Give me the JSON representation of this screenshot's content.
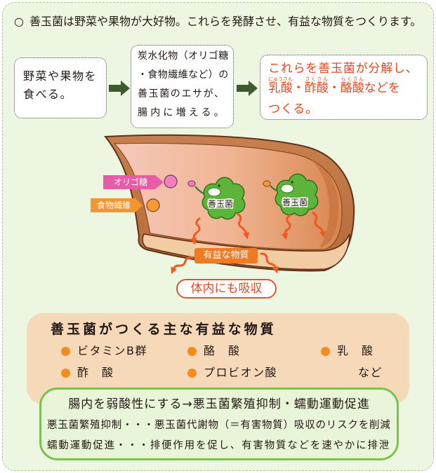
{
  "intro": {
    "bullet": "○",
    "text": "善玉菌は野菜や果物が大好物。これらを発酵させ、有益な物質をつくります。"
  },
  "flow": {
    "step1": {
      "lines": [
        "野菜や果物を",
        "食べる。"
      ]
    },
    "step2": {
      "lines": [
        "炭水化物（オリゴ糖",
        "・食物繊維など）の",
        "善玉菌のエサが、",
        "腸内に増える。"
      ]
    },
    "step3": {
      "line1": "これらを善玉菌が分解し、",
      "acids": [
        {
          "text": "乳酸",
          "reading": "にゅうさん"
        },
        {
          "text": "酢酸",
          "reading": "さくさん"
        },
        {
          "text": "酪酸",
          "reading": "らくさん"
        }
      ],
      "separator": "・",
      "line2_tail": "などを",
      "line3": "つくる。"
    }
  },
  "diagram": {
    "oligo_label": "オリゴ糖",
    "fiber_label": "食物繊維",
    "bacteria_label": "善玉菌",
    "product_label": "有益な物質",
    "absorb_label": "体内にも吸収"
  },
  "substances": {
    "title": "善玉菌がつくる主な有益な物質",
    "items": [
      "ビタミンB群",
      "酪　酸",
      "乳　酸",
      "酢　酸",
      "プロビオン酸"
    ],
    "etc": "など"
  },
  "effects": {
    "title": "腸内を弱酸性にする→悪玉菌繁殖抑制・蠕動運動促進",
    "lines": [
      "悪玉菌繁殖抑制・・・悪玉菌代謝物（＝有害物質）吸収のリスクを削減",
      "蠕動運動促進・・・排便作用を促し、有害物質などを速やかに排泄"
    ]
  },
  "colors": {
    "accent": "#e8461d",
    "frame_bg": "#edf6e1",
    "substances_bg": "#f5d9b8",
    "effects_border": "#79c24f",
    "bullet": "#f28c1e"
  }
}
